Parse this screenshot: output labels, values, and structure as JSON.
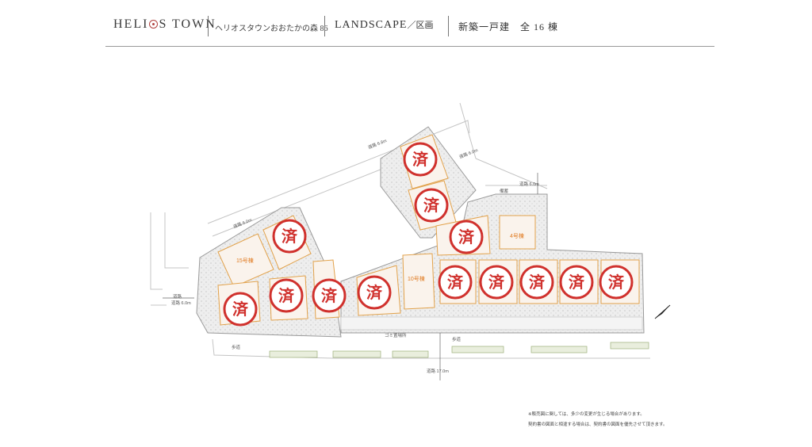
{
  "header": {
    "brand_left": "HELI",
    "brand_right": "S TOWN",
    "property_name": "ヘリオスタウンおおたかの森 86",
    "section_title": "LANDSCAPE",
    "section_suffix": "／区画",
    "house_count": "新築一戸建　全 16 棟"
  },
  "map": {
    "roads": {
      "top_road": "道路 6.8m",
      "right_top_road": "道路 6.0m",
      "far_right_road": "道路 6.0m",
      "left_upper_road": "道路 6.0m",
      "left_road": "道路 6.0m",
      "left_road_2": "道路",
      "main_road": "道路 17.0m",
      "sidewalk_left": "歩道",
      "sidewalk_right": "歩道",
      "trash_station": "ゴミ置場所",
      "storage_label": "備蓄"
    },
    "lots": [
      {
        "label": "15号棟"
      },
      {
        "label": "10号棟"
      },
      {
        "label": "4号棟"
      }
    ],
    "sold_stamp_text": "済",
    "colors": {
      "stamp_red": "#d0312d",
      "lot_fill": "#faf3ec",
      "lot_border": "#e2a24b",
      "lot_label": "#e07a20",
      "ground": "#e9e9e9",
      "road_line": "#bdbdbd"
    }
  },
  "notes": [
    "※販売図に関しては、多少の変更が生じる場合があります。",
    "契約書の図面と相違する場合は、契約書の図面を優先させて頂きます。"
  ]
}
